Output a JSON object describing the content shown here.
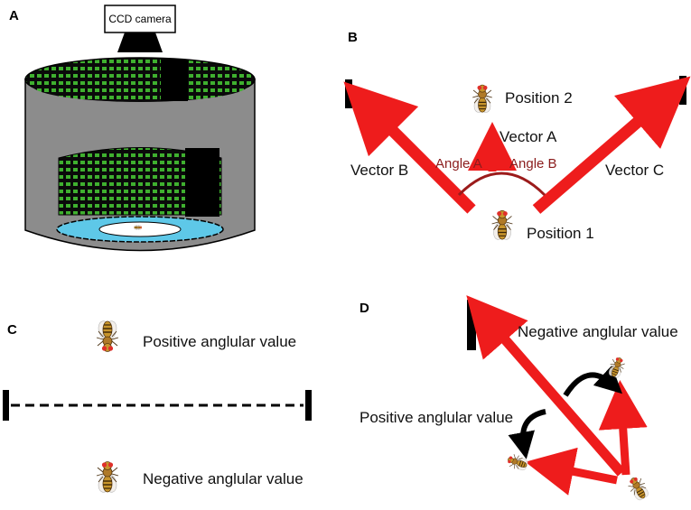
{
  "panels": {
    "a": {
      "letter": "A",
      "camera_label": "CCD camera"
    },
    "b": {
      "letter": "B",
      "position1": "Position 1",
      "position2": "Position 2",
      "vector_a": "Vector A",
      "vector_b": "Vector B",
      "vector_c": "Vector C",
      "angle_a": "Angle A",
      "angle_b": "Angle B"
    },
    "c": {
      "letter": "C",
      "positive": "Positive anglular value",
      "negative": "Negative anglular value"
    },
    "d": {
      "letter": "D",
      "negative": "Negative anglular value",
      "positive": "Positive anglular value"
    }
  },
  "colors": {
    "arrow": "#ee1c1c",
    "angle_arc": "#9b1b1b",
    "arena_blue": "#5ec8e8",
    "cylinder_gray": "#8c8c8c",
    "grid_green": "#3fb02f"
  }
}
